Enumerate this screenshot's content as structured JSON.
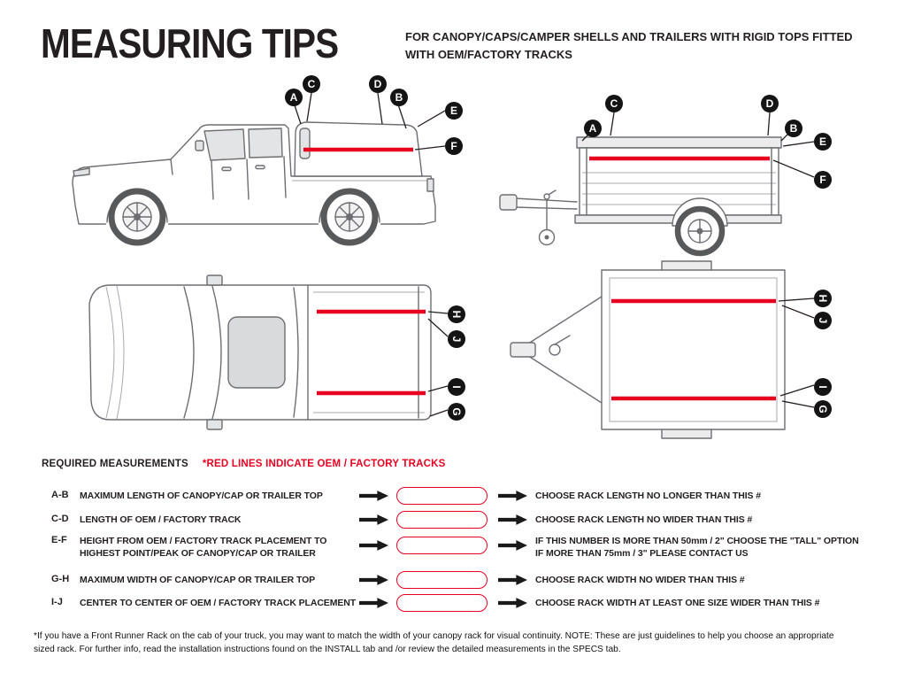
{
  "header": {
    "title": "MEASURING TIPS",
    "subtitle": "FOR CANOPY/CAPS/CAMPER SHELLS AND TRAILERS WITH RIGID TOPS FITTED\nWITH OEM/FACTORY TRACKS"
  },
  "diagrams": {
    "truck_side": {
      "labels": [
        "A",
        "C",
        "D",
        "B",
        "E",
        "F"
      ]
    },
    "trailer_side": {
      "labels": [
        "C",
        "A",
        "D",
        "B",
        "E",
        "F"
      ]
    },
    "truck_top": {
      "labels": [
        "H",
        "J",
        "I",
        "G"
      ]
    },
    "trailer_top": {
      "labels": [
        "H",
        "J",
        "I",
        "G"
      ]
    }
  },
  "measurements": {
    "heading": "REQUIRED MEASUREMENTS",
    "note": "*RED LINES INDICATE OEM / FACTORY TRACKS",
    "rows": [
      {
        "code": "A-B",
        "description": "MAXIMUM LENGTH OF CANOPY/CAP OR TRAILER TOP",
        "result": "CHOOSE RACK LENGTH NO LONGER THAN THIS #"
      },
      {
        "code": "C-D",
        "description": "LENGTH OF OEM / FACTORY TRACK",
        "result": "CHOOSE RACK LENGTH NO WIDER THAN THIS #"
      },
      {
        "code": "E-F",
        "description": "HEIGHT FROM OEM / FACTORY TRACK PLACEMENT TO\nHIGHEST POINT/PEAK OF CANOPY/CAP OR TRAILER",
        "result": "IF THIS NUMBER IS MORE THAN 50mm / 2\" CHOOSE THE \"TALL\" OPTION\nIF MORE THAN 75mm / 3\" PLEASE CONTACT US"
      },
      {
        "code": "G-H",
        "description": "MAXIMUM WIDTH OF CANOPY/CAP OR TRAILER TOP",
        "result": "CHOOSE RACK WIDTH NO WIDER THAN THIS #"
      },
      {
        "code": "I-J",
        "description": "CENTER TO CENTER OF OEM / FACTORY TRACK PLACEMENT",
        "result": "CHOOSE RACK WIDTH AT LEAST ONE SIZE WIDER THAN THIS #"
      }
    ]
  },
  "footnote": "*If you have a Front Runner Rack on the cab of your truck, you may want to match the width of your canopy rack for visual continuity. NOTE: These are just guidelines to help you choose an appropriate\nsized rack. For further info, read the installation instructions found on the INSTALL tab and /or review the detailed measurements in the SPECS tab.",
  "colors": {
    "accent_red": "#e8001f",
    "ink": "#231f20",
    "line_gray": "#6d6e71"
  }
}
